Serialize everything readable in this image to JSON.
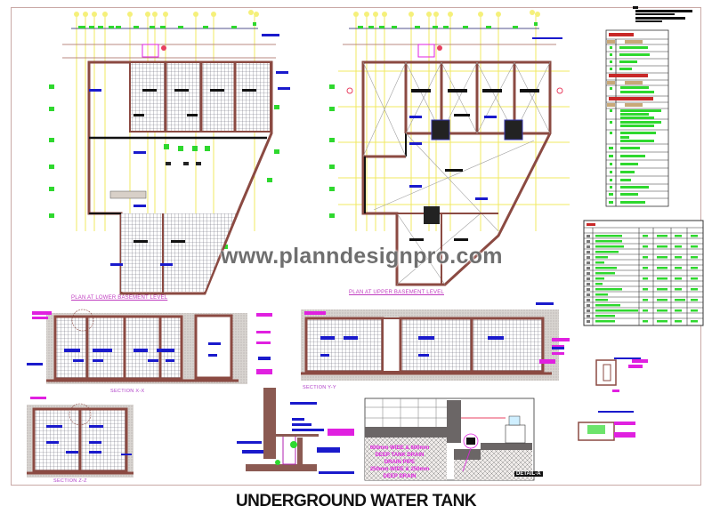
{
  "drawing": {
    "title": "UNDERGROUND WATER TANK",
    "watermark": "www.planndesignpro.com",
    "colors": {
      "wall": "#8b4a42",
      "grid_yellow": "#f5f07a",
      "dimension_blue": "#1a1acc",
      "label_magenta": "#e020e0",
      "tag_green": "#2ed82e",
      "legend_red": "#c82828",
      "legend_tan": "#c8a878"
    }
  },
  "plans": [
    {
      "id": "lower",
      "label": "PLAN AT LOWER BASEMENT LEVEL"
    },
    {
      "id": "upper",
      "label": "PLAN AT UPPER BASEMENT LEVEL"
    }
  ],
  "sections": [
    {
      "id": "xx",
      "label": "SECTION X-X"
    },
    {
      "id": "yy",
      "label": "SECTION Y-Y"
    },
    {
      "id": "zz",
      "label": "SECTION Z-Z"
    }
  ],
  "detail": {
    "tag": "DETAIL-A",
    "notes": [
      "600mm WIDE & 600mm DEEP TANK DRAIN",
      "DRAIN PIPE",
      "250mm WIDE & 250mm DEEP DRAIN"
    ]
  },
  "legend_tables": {
    "upper_right": {
      "groups": 3,
      "rows": 18
    },
    "schedule": {
      "columns": 6,
      "rows": 18
    }
  }
}
